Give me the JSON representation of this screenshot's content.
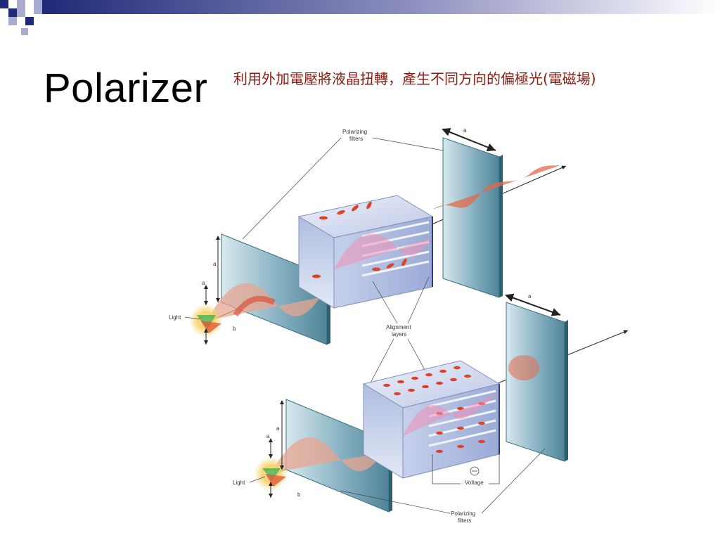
{
  "slide": {
    "title": "Polarizer",
    "subtitle": "利用外加電壓將液晶扭轉，產生不同方向的偏極光(電磁場)"
  },
  "diagram": {
    "labels": {
      "polarizing_filters_top_1": "Polarizing",
      "polarizing_filters_top_2": "filters",
      "alignment_layers_1": "Alignment",
      "alignment_layers_2": "layers",
      "light_top": "Light",
      "light_bottom": "Light",
      "voltage": "Voltage",
      "polarizing_filters_bottom_1": "Polarizing",
      "polarizing_filters_bottom_2": "filters",
      "axis_a": "a",
      "axis_b": "b"
    }
  },
  "colors": {
    "title_text": "#000000",
    "subtitle_text": "#8b1a10",
    "deco_navy": "#1f2a78",
    "deco_light": "#a9abd0",
    "filter_fill": "#6fa0b4",
    "cube_fill": "#c9d3ea",
    "wave_red": "#d9442a"
  }
}
